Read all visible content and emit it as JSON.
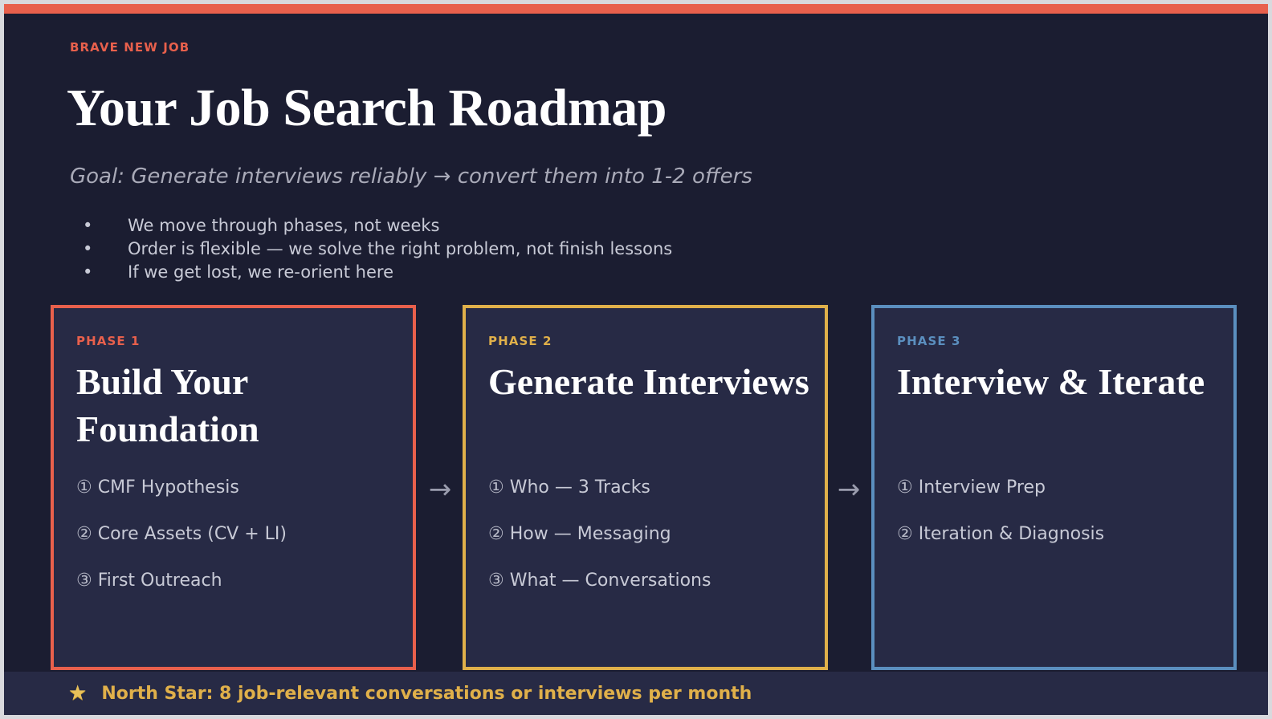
{
  "theme": {
    "page_background": "#1b1d31",
    "card_background": "#272a45",
    "accent_coral": "#e8604c",
    "accent_gold": "#e0b04a",
    "accent_blue": "#5b8fbf",
    "text_primary": "#ffffff",
    "text_muted": "#c8cad6"
  },
  "header": {
    "eyebrow": "BRAVE NEW JOB",
    "title": "Your Job Search Roadmap",
    "subtitle": "Goal: Generate interviews reliably → convert them into 1-2 offers",
    "bullets": [
      "We move through phases, not weeks",
      "Order is flexible — we solve the right problem, not finish lessons",
      "If we get lost, we re-orient here"
    ],
    "bullet_marker": "•"
  },
  "connectors": {
    "arrow_glyph": "→"
  },
  "phases": [
    {
      "label": "PHASE 1",
      "title": "Build Your Foundation",
      "color": "#e8604c",
      "items": [
        {
          "num": "①",
          "text": "CMF Hypothesis"
        },
        {
          "num": "②",
          "text": "Core Assets (CV + LI)"
        },
        {
          "num": "③",
          "text": "First Outreach"
        }
      ]
    },
    {
      "label": "PHASE 2",
      "title": "Generate Interviews",
      "color": "#e0b04a",
      "items": [
        {
          "num": "①",
          "text": "Who — 3 Tracks"
        },
        {
          "num": "②",
          "text": "How — Messaging"
        },
        {
          "num": "③",
          "text": "What — Conversations"
        }
      ]
    },
    {
      "label": "PHASE 3",
      "title": "Interview & Iterate",
      "color": "#5b8fbf",
      "items": [
        {
          "num": "①",
          "text": "Interview Prep"
        },
        {
          "num": "②",
          "text": "Iteration & Diagnosis"
        }
      ]
    }
  ],
  "footer": {
    "star_glyph": "★",
    "text": "North Star: 8 job-relevant conversations or interviews per month"
  }
}
